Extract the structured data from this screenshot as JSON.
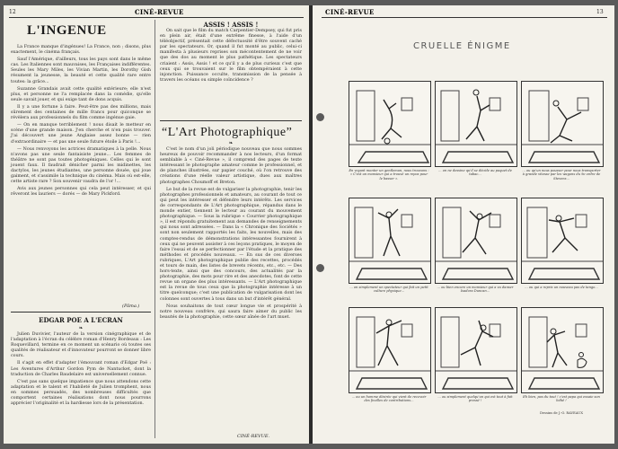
{
  "left_page": {
    "page_number": "12",
    "running_head": "CINÉ-REVUE",
    "ingenue": {
      "title": "L'INGENUE",
      "paragraphs": [
        "La France manque d'ingénues! La France, non ; disons, plus exactement, le cinéma français.",
        "Sauf l'Amérique, d'ailleurs, tous les pays sont dans le même cas. Les Italiennes sont mauvaises, les Françaises indifférentes. Seules les Mary Miles, les Vivian Martin, les Dorothy Gish résument la jeunesse, la beauté et cette qualité rare entre toutes: la grâce...",
        "Suzanne Grandais avait cette qualité extérieure; elle n'est plus, et personne ne l'a remplacée dans la comédie, qu'elle seule savait jouer, et qui exige tant de dons acquis.",
        "Il y a une fortune à faire. Peut-être pas des millions, mais sûrement des centaines de mille francs pour quiconque se révèlera aux professionnels du film comme ingénue gaie.",
        "— On en manque terriblement ! nous disait le metteur en scène d'une grande maison. J'en cherche et n'en puis trouver. J'ai découvert une jeune Anglaise assez bonne — rien d'extraordinaire — et pas une seule future étoile à Paris !...",
        "— Nous renvoyons les actrices dramatiques à la pelle. Nous n'avons pas une seule fantaisiste jeune... Les femmes de théâtre ne sont pas toutes photogéniques. Celles qui le sont jouent faux. Il faudrait dénicher parmi les midinettes, les dactylos, les jeunes étudiantes, une personne douée, qui joue gaiment, et s'assimile la technique du cinéma. Mais où est-elle, cette artiste rare ? Son souvenir vaudra de l'or !...",
        "Avis aux jeunes personnes qui cela peut intéresser, et qui rêveront les lauriers — dorés — de Mary Pickford."
      ],
      "signature": "(Pâma.)"
    },
    "edgar": {
      "title": "EDGAR POE A L'ECRAN",
      "paragraphs": [
        "Julien Duvivier, l'auteur de la version cinégraphique et de l'adaptation à l'écran du célèbre roman d'Henry Bordeaux : Les Roquevillard, termine en ce moment un scénario où toutes ses qualités de réalisateur et d'innovateur pourront se donner libre cours.",
        "Il s'agit en effet d'adapter l'émouvant roman d'Edgar Poë : Les Aventures d'Arthur Gordon Pym de Nantucket, dont la traduction de Charles Baudelaire est universellement connue.",
        "C'est pas sans quelque impatience que nous attendons cette adaptation et le talent et l'habileté de Julien tromphent, nous en sommes persuadés, des nombreuses difficultés que comportent certaines réalisations dont nous pourrons apprécier l'originalité et la hardiesse lors de la présentation."
      ]
    },
    "assis": {
      "title": "ASSIS ! ASSIS !",
      "paragraphs": [
        "On sait que le film du match Carpentier-Dempsey, qui fut pris en plein air, était d'une extrême finesse, à l'aide d'un téléobjectif, présentait cette défectuosité d'être souvent caché par les spectateurs. Or, quand il fut monté au public, celui-ci manifesta à plusieurs reprises son mécontentement de ne voir que des dos au moment le plus pathétique. Les spectateurs criaient : Assis, Assis ! et ce qu'il y a de plus curieux c'est que ceux qui se trouvaient sur le film obtempéraient à cette injonction. Puissance occulte, transmission de la pensée à travers les océans ou simple coïncidence ?"
      ]
    },
    "photo": {
      "title": "“L'Art Photographique”",
      "paragraphs": [
        "C'est le nom d'un joli périodique nouveau que nous sommes heureux de pouvoir recommander à nos lecteurs, d'un format semblable à « Ciné-Revue », il comprend des pages de texte intéressant le photographe amateur comme le professionnel, et de planches illustrées, sur papier couché, où l'on retrouve des créations d'une réelle valeur artistique, dues aux maîtres photographes Choumoff et Breton.",
        "Le but de la revue est de vulgariser la photographie, tenir les photographes professionnels et amateurs, au courant de tout ce qui peut les intéresser et défendre leurs intérêts. Les services de correspondants de L'Art photographique, répandus dans le monde entier, tiennent le lecteur au courant du mouvement photographique. — Sous la rubrique « Courrier photographique », il est répondu gratuitement aux demandes de renseignements qui nous sont adressées. — Dans la « Chronique des Sociétés » sont non seulement rapportés les faits, les nouvelles, mais des comptes-rendus de démonstrations intéressantes fournirent à ceux qui ne peuvent assister à ces leçons pratiques, le moyen de faire l'essai et de se perfectionner par l'étude et la pratique des méthodes et procédés nouveaux. — En sus de ces diverses rubriques, L'Art photographique publie des recettes, procédés et tours de main, des listes de brevets récents, etc., etc. — Des hors-texte, ainsi que des concours, des actualités par la photographie, des mots pour rire et des anecdotes, font de cette revue un organe des plus intéressants. — L'Art photographique est la revue de tous ceux que la photographie intéresse à un titre quelconque; c'est une publication de vulgarisation dont les colonnes sont ouvertes à tous dans un but d'intérêt général.",
        "Nous souhaitons de tout cœur longue vie et prospérité à notre nouveau confrère, qui saura faire aimer du public les beautés de la photographie, cette sœur aînée de l'art muet."
      ],
      "signature": "CINÉ-REVUE."
    }
  },
  "right_page": {
    "page_number": "13",
    "running_head": "CINÉ-REVUE",
    "cartoon_title": "CRUELLE ÉNIGME",
    "captions": [
      "En voyant monter un gentleman, nous trouvons : « C'est un monsieur qui a trouvé un repos pour le basser ».",
      "... on ne dessine qu'il se décide au paquet de tabac...",
      "... ou qu'un nous pousser pour nous transporter à grande vitesse par les wagons du 9e ordre de Stevens...",
      "... on simplement un spectateur qui fait un petit culture physique...",
      "... ou bien encore un monsieur qui a vu danser Isadora Duncan...",
      "... ou qui a repris un nouveau pas de tango...",
      "... ou un homme désirée qui vient de recevoir des feuilles de contributions...",
      "... ou simplement quelqu'un qui est tout à fait pressé !",
      "Eh bien, pas du tout ! c'est papa qui essaie son bébé !"
    ],
    "credit": "Dessins de J.-O. RAVEAUX"
  }
}
